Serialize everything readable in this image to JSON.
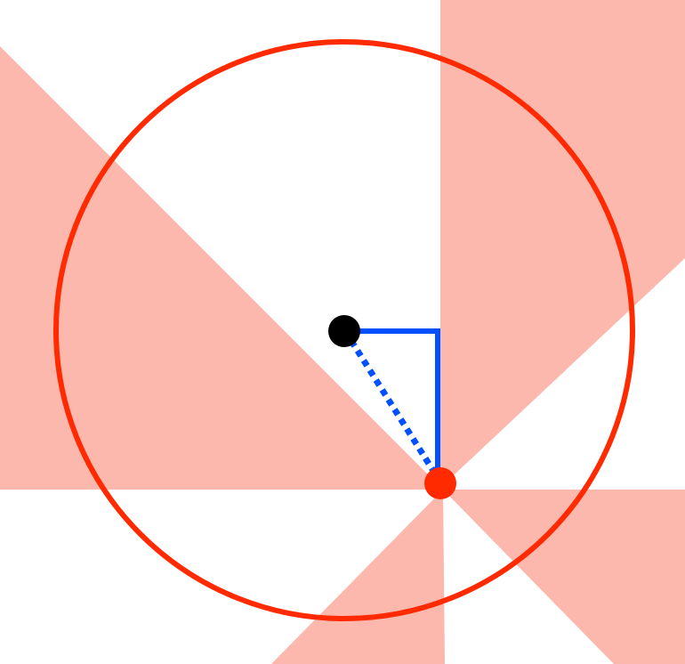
{
  "diagram": {
    "colors": {
      "background": "#ffffff",
      "region_fill": "#fdb8ae",
      "circle_stroke": "#ff2a00",
      "leg_stroke": "#0050ff",
      "center_point": "#000000",
      "pivot_point": "#ff2a00"
    },
    "elements": {
      "shaded_regions": "pinwheel-shaded-regions",
      "circle": "circle-outline",
      "horizontal_leg": "solid-horizontal-leg",
      "vertical_leg": "solid-vertical-leg",
      "hypotenuse": "dotted-hypotenuse",
      "center": "center-point",
      "pivot": "pivot-point"
    }
  }
}
